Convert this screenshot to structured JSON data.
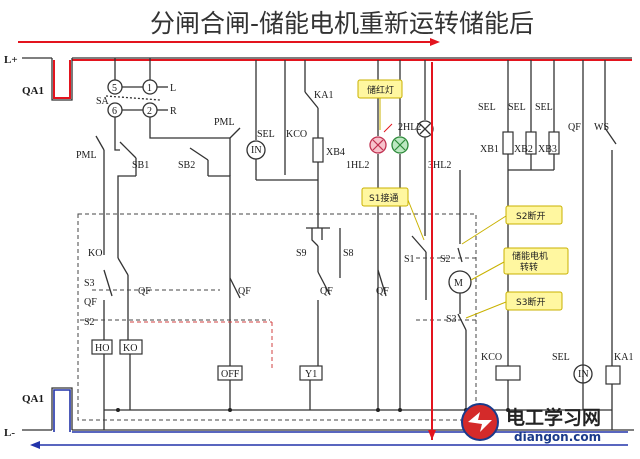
{
  "title": "分闸合闸-储能电机重新运转储能后",
  "labels": {
    "l_plus": "L+",
    "l_minus": "L-",
    "qa1_top": "QA1",
    "qa1_bottom": "QA1",
    "sa": "SA",
    "m5": "5",
    "m6": "6",
    "m1": "1",
    "m2": "2",
    "l": "L",
    "r": "R",
    "pml_left": "PML",
    "pml_top": "PML",
    "sb1": "SB1",
    "sb2": "SB2",
    "sel1": "SEL",
    "kco1": "KCO",
    "ka1_top": "KA1",
    "xb4": "XB4",
    "in1": "IN",
    "hl1": "1HL2",
    "hl2": "2HL2",
    "hl3": "3HL2",
    "sel2": "SEL",
    "sel3": "SEL",
    "sel4": "SEL",
    "xb1": "XB1",
    "xb2": "XB2",
    "xb3": "XB3",
    "qf_top": "QF",
    "ws": "WS",
    "ko1": "KO",
    "s3": "S3",
    "qf1": "QF",
    "s2_left": "S2",
    "qf2": "QF",
    "qf3": "QF",
    "s9": "S9",
    "s8": "S8",
    "qf4": "QF",
    "qf5": "QF",
    "s1": "S1",
    "s2_mid": "S2",
    "s3_mid": "S3",
    "m": "M",
    "ho": "HO",
    "ko2": "KO",
    "off": "OFF",
    "y1": "Y1",
    "kco2": "KCO",
    "sel5": "SEL",
    "in2": "IN",
    "ka1_bottom": "KA1"
  },
  "callouts": {
    "top_lamp": "储红灯",
    "s1": "S1接通",
    "s2": "S2断开",
    "motor": "储能电机\n转转",
    "s3": "S3断开"
  },
  "watermark": {
    "name": "电工学习网",
    "url": "diangon.com"
  },
  "colors": {
    "live_wire": "#e3141e",
    "return_wire": "#2233aa",
    "wire": "#333333",
    "callout_fill": "#fff7a0",
    "lamp_red": "#e8506a",
    "lamp_green": "#3cb44b"
  }
}
